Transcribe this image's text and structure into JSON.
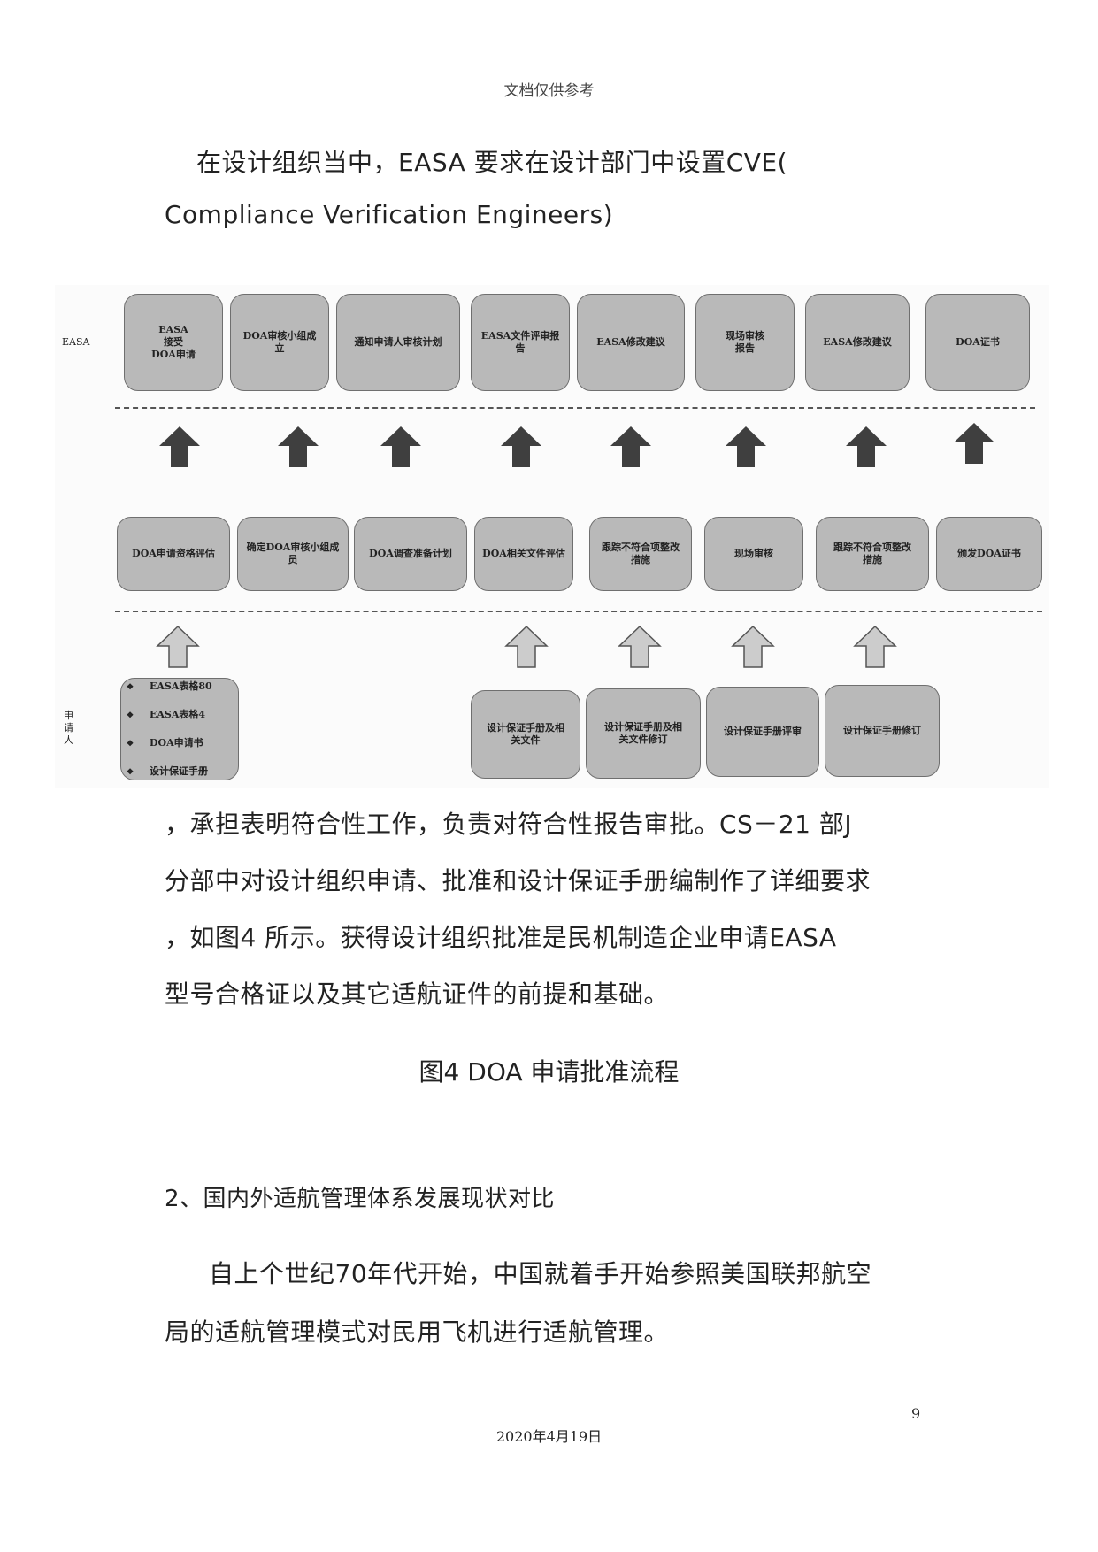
{
  "header": {
    "note": "文档仅供参考"
  },
  "intro": {
    "line1": "在设计组织当中，EASA 要求在设计部门中设置CVE(",
    "line2": "Compliance Verification Engineers)"
  },
  "diagram": {
    "lane_easa": "EASA",
    "lane_applicant": "申\n请\n人",
    "easa_boxes": [
      "EASA\n接受\nDOA申请",
      "DOA审核小组成\n立",
      "通知申请人审核计划",
      "EASA文件评审报\n告",
      "EASA修改建议",
      "现场审核\n报告",
      "EASA修改建议",
      "DOA证书"
    ],
    "middle_boxes": [
      "DOA申请资格评估",
      "确定DOA审核小组成\n员",
      "DOA调查准备计划",
      "DOA相关文件评估",
      "跟踪不符合项整改\n措施",
      "现场审核",
      "跟踪不符合项整改\n措施",
      "颁发DOA证书"
    ],
    "applicant_list": [
      "EASA表格80",
      "EASA表格4",
      "DOA申请书",
      "设计保证手册"
    ],
    "applicant_boxes": [
      "设计保证手册及相\n关文件",
      "设计保证手册及相\n关文件修订",
      "设计保证手册评审",
      "设计保证手册修订"
    ]
  },
  "body": {
    "p1": "，承担表明符合性工作，负责对符合性报告审批。CS－21 部J",
    "p2": "分部中对设计组织申请、批准和设计保证手册编制作了详细要求",
    "p3": "，如图4 所示。获得设计组织批准是民机制造企业申请EASA",
    "p4": "型号合格证以及其它适航证件的前提和基础。"
  },
  "caption": "图4  DOA 申请批准流程",
  "section": {
    "title": "2、国内外适航管理体系发展现状对比",
    "p1": "自上个世纪70年代开始，中国就着手开始参照美国联邦航空",
    "p2": "局的适航管理模式对民用飞机进行适航管理。"
  },
  "footer": {
    "page_number": "9",
    "date": "2020年4月19日"
  },
  "colors": {
    "box_fill": "#b9b9b9",
    "dark_arrow": "#3f3f3f",
    "light_arrow": "#cccccc"
  }
}
